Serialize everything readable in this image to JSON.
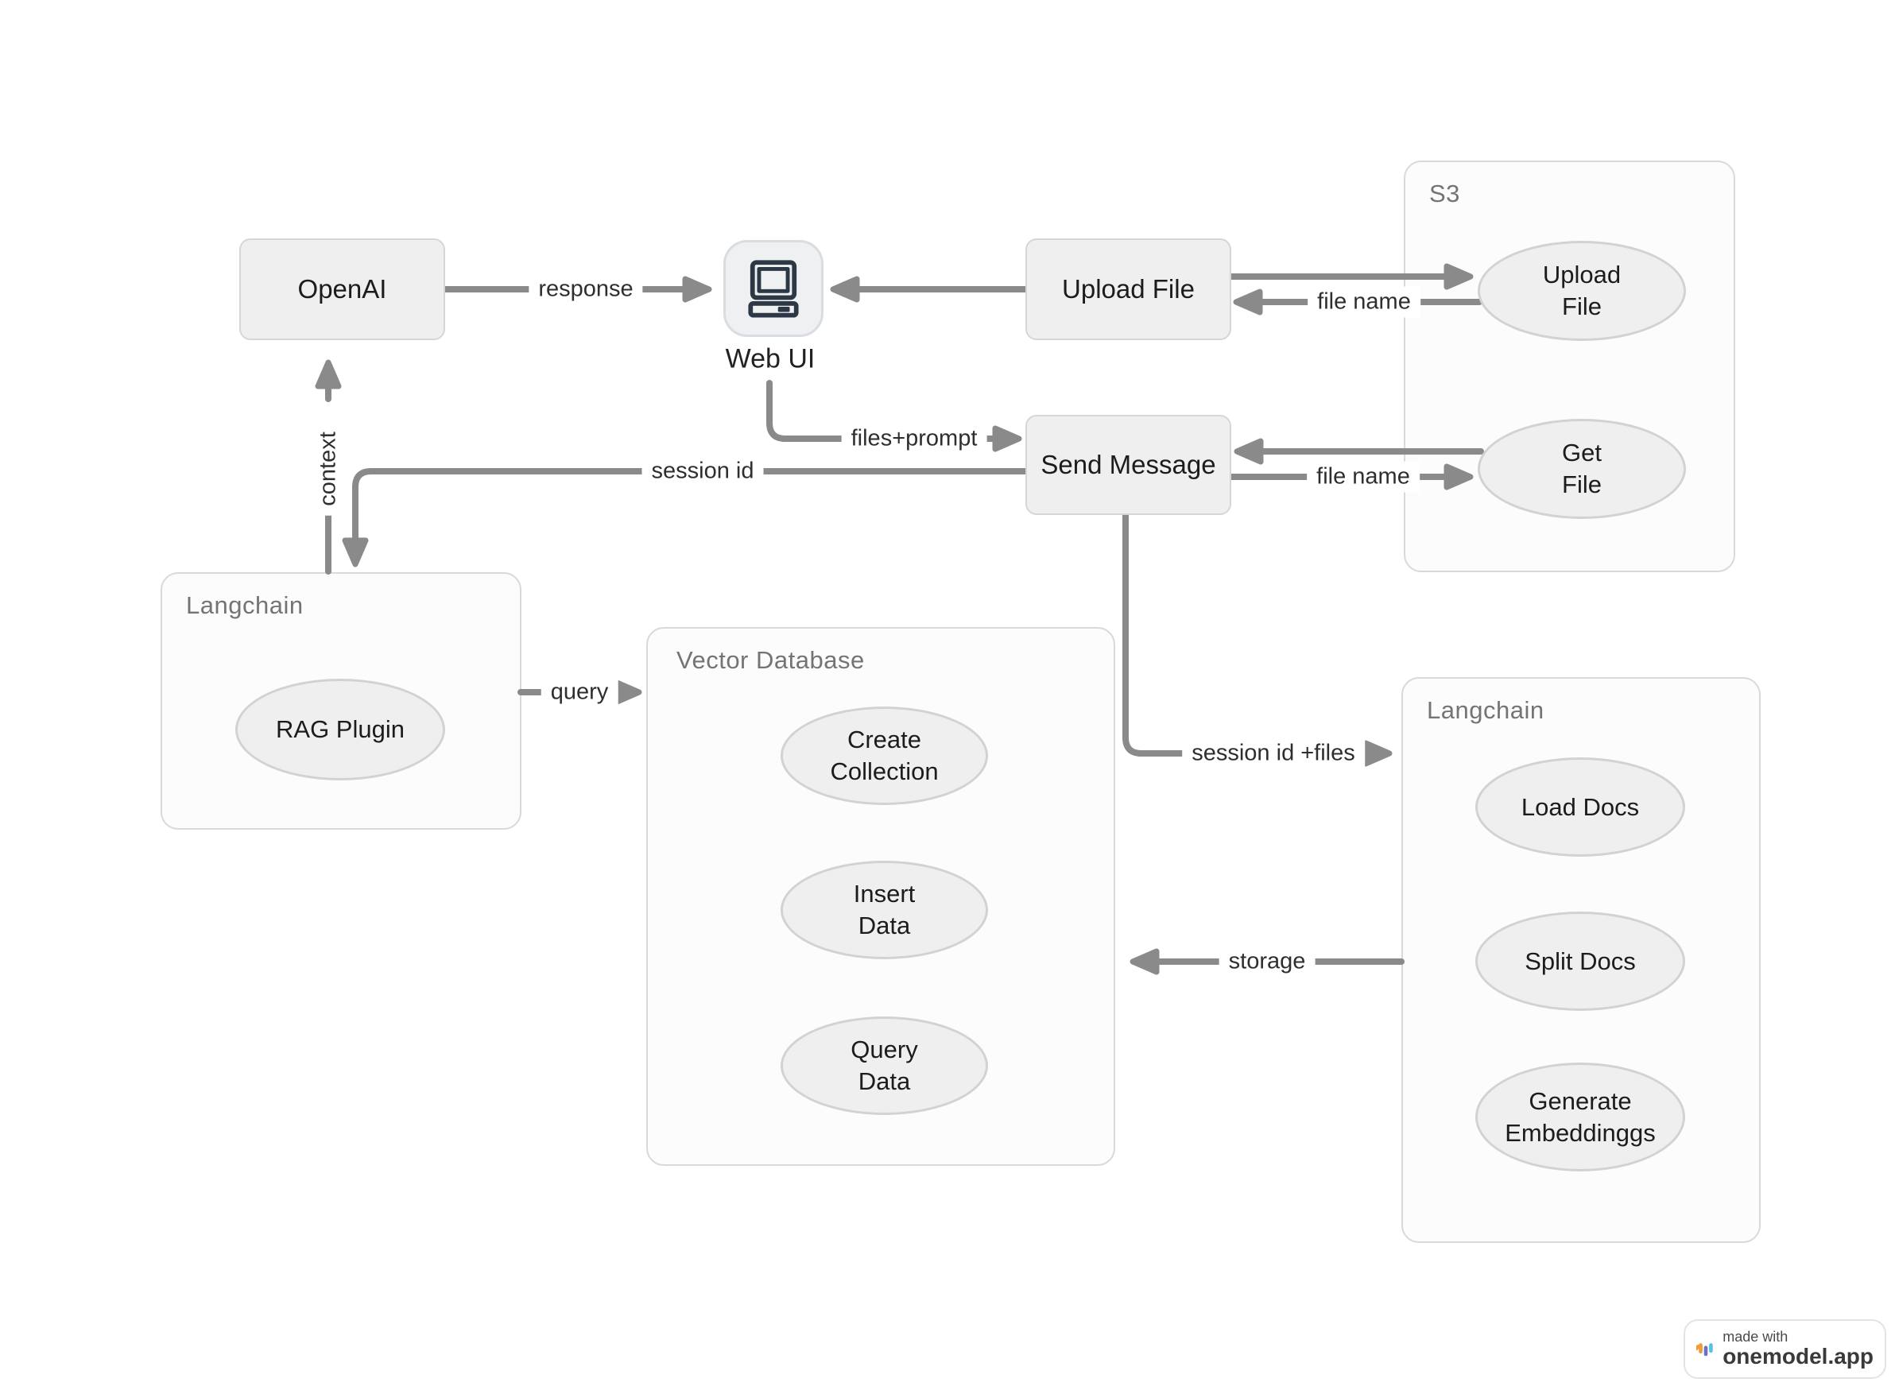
{
  "diagram": {
    "openai": {
      "label": "OpenAI"
    },
    "web_ui": {
      "label": "Web UI"
    },
    "upload_file": {
      "label": "Upload File"
    },
    "send_message": {
      "label": "Send Message"
    },
    "s3": {
      "title": "S3",
      "upload_file": "Upload\nFile",
      "get_file": "Get\nFile"
    },
    "langchain_left": {
      "title": "Langchain",
      "rag_plugin": "RAG Plugin"
    },
    "vector_database": {
      "title": "Vector Database",
      "create_collection": "Create\nCollection",
      "insert_data": "Insert\nData",
      "query_data": "Query\nData"
    },
    "langchain_right": {
      "title": "Langchain",
      "load_docs": "Load Docs",
      "split_docs": "Split Docs",
      "generate_embeddings": "Generate\nEmbeddinggs"
    },
    "edges": {
      "response": "response",
      "upload_file_name": "file name",
      "files_prompt": "files+prompt",
      "session_id": "session id",
      "context": "context",
      "query": "query",
      "session_id_files": "session id +files",
      "storage": "storage",
      "get_file_name": "file name"
    }
  },
  "badge": {
    "made_with": "made with",
    "brand": "onemodel.app"
  },
  "colors": {
    "arrow": "#8a8a8a",
    "node_fill": "#efefef",
    "node_border": "#d6d6d6",
    "container_fill": "#fcfcfc",
    "container_border": "#d9d9d9",
    "container_title": "#747474",
    "computer_icon_stroke": "#2c3845",
    "logo_orange": "#f09a38",
    "logo_indigo": "#6b71c6",
    "logo_blue": "#58bfe9"
  }
}
